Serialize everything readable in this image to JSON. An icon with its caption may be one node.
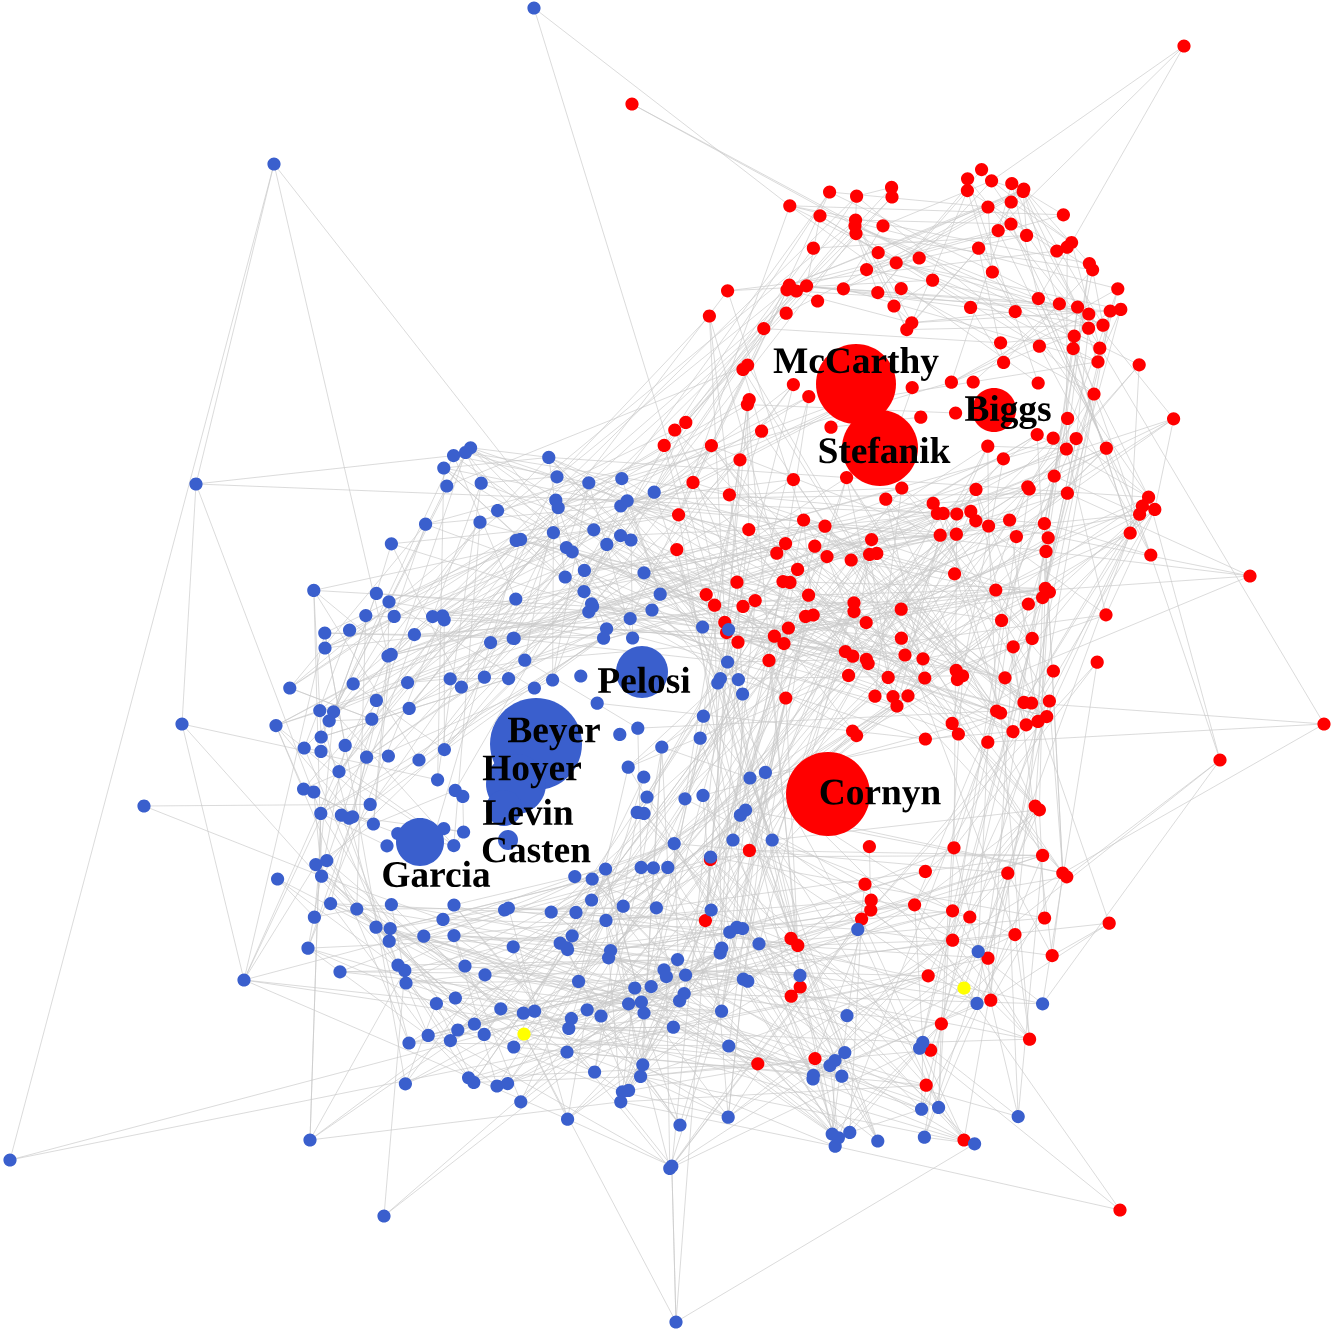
{
  "diagram": {
    "nodes": [
      {
        "text": [
          "McCarthy"
        ]
      },
      {
        "text": [
          "Biggs"
        ]
      },
      {
        "text": [
          "Stefanik"
        ]
      },
      {
        "text": [
          "Pelosi"
        ]
      },
      {
        "text": [
          "Beyer"
        ]
      },
      {
        "text": [
          "Hoyer"
        ]
      },
      {
        "text": [
          "Levin"
        ]
      },
      {
        "text": [
          "Casten"
        ]
      },
      {
        "text": [
          "Garcia"
        ]
      },
      {
        "text": [
          "Cornyn"
        ]
      }
    ]
  }
}
